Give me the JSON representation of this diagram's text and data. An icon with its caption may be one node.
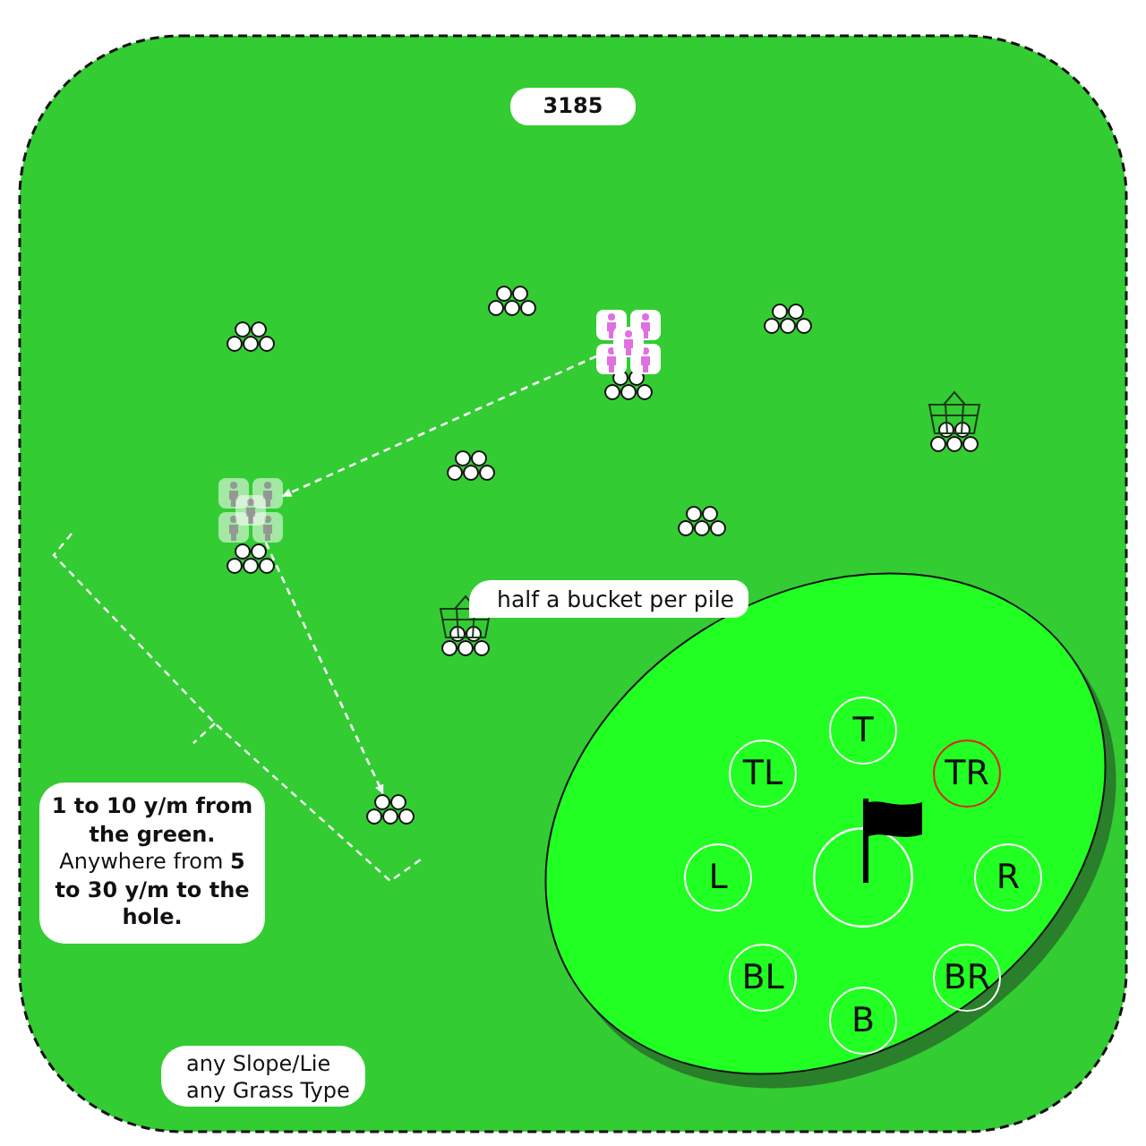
{
  "diagram": {
    "nodes": [
      {
        "text": [],
        "shape": "picture"
      },
      {
        "text": [],
        "shape": "picture"
      },
      {
        "text": [],
        "shape": "picture"
      },
      {
        "text": [],
        "shape": "ellipse"
      },
      {
        "text": [
          "T"
        ],
        "in": 3
      },
      {
        "text": [
          "TL"
        ],
        "in": 3
      },
      {
        "text": [
          "TR"
        ],
        "in": 3
      },
      {
        "text": [
          "L"
        ],
        "in": 3
      },
      {
        "text": [],
        "shape": "circle",
        "in": 3
      },
      {
        "text": [
          "R"
        ],
        "in": 3
      },
      {
        "text": [
          "BL"
        ],
        "in": 3
      },
      {
        "text": [
          "BR"
        ],
        "in": 3
      },
      {
        "text": [
          "B"
        ],
        "in": 3
      }
    ],
    "edges": [
      {
        "from": 0,
        "to": 1,
        "arrow": "to",
        "style": "dashed"
      },
      {
        "from": 1,
        "to": 2,
        "arrow": "to",
        "style": "dashed"
      }
    ],
    "labels": [
      "3185",
      "half a bucket per pile",
      "**1 to 10 y/m from the green.** Anywhere from **5 to 30 y/m to the hole.**",
      "any Slope/Lie any Grass Type"
    ]
  }
}
